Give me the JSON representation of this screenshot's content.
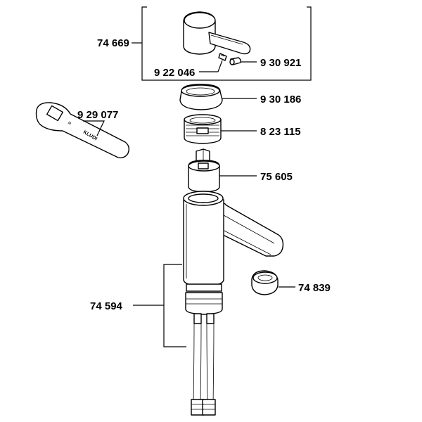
{
  "parts": [
    {
      "id": "handle",
      "label": "74 669",
      "icon": "lever-handle"
    },
    {
      "id": "set-screw",
      "label": "9 22 046",
      "icon": "set-screw"
    },
    {
      "id": "handle-plug",
      "label": "9 30 921",
      "icon": "plug"
    },
    {
      "id": "cover-ring",
      "label": "9 30 186",
      "icon": "ring"
    },
    {
      "id": "clamping-nut",
      "label": "8 23 115",
      "icon": "threaded-nut"
    },
    {
      "id": "wrench",
      "label": "9 29 077",
      "icon": "wrench",
      "engraving": "KLUDI"
    },
    {
      "id": "cartridge",
      "label": "75 605",
      "icon": "cartridge"
    },
    {
      "id": "aerator",
      "label": "74 839",
      "icon": "aerator"
    },
    {
      "id": "faucet-body",
      "label": "74 594",
      "icon": "faucet-body"
    }
  ]
}
